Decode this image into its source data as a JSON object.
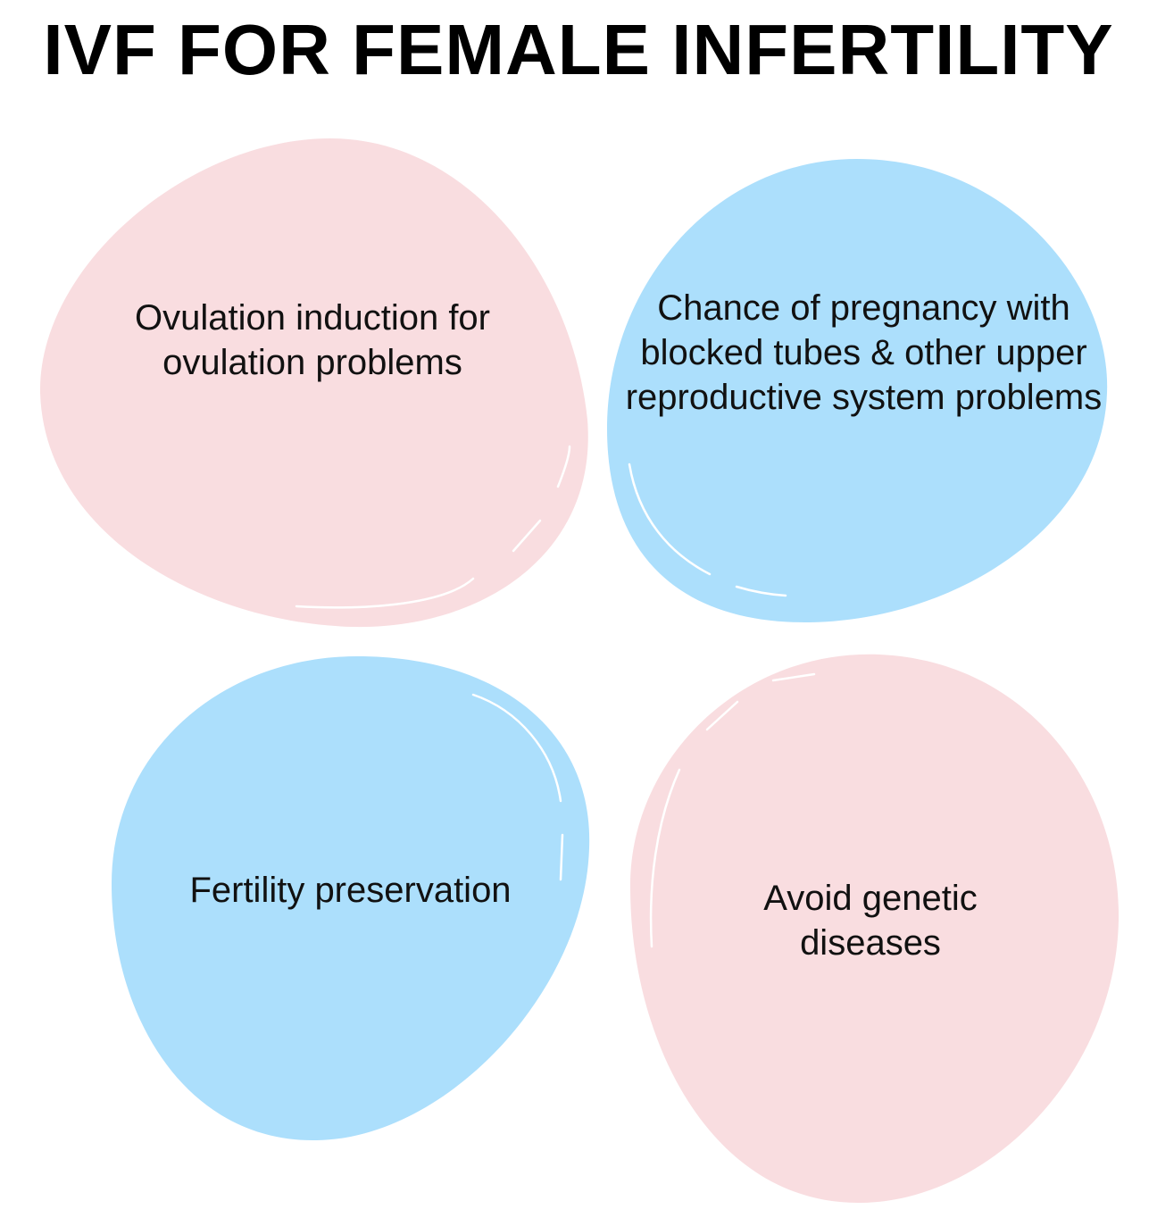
{
  "title": "IVF FOR FEMALE INFERTILITY",
  "items": [
    {
      "text": "Ovulation induction for ovulation problems",
      "color": "#f9dde0"
    },
    {
      "text": "Chance of pregnancy with blocked tubes & other upper reproductive system problems",
      "color": "#acdffc"
    },
    {
      "text": "Fertility preservation",
      "color": "#acdffc"
    },
    {
      "text": "Avoid genetic diseases",
      "color": "#f9dde0"
    }
  ]
}
